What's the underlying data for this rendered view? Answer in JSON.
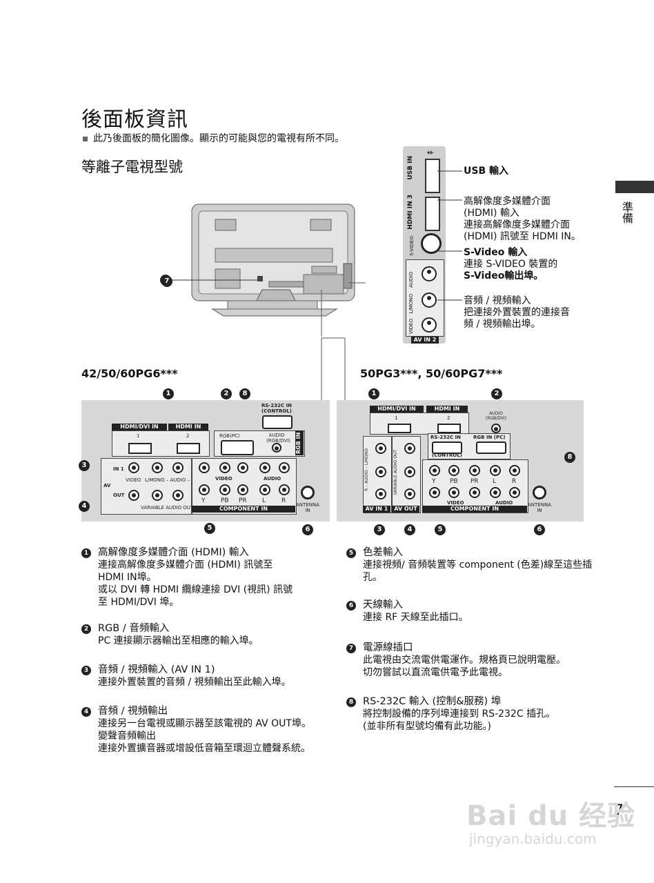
{
  "page": {
    "title": "後面板資訊",
    "subtitle": "此乃後面板的簡化圖像。顯示的可能與您的電視有所不同。",
    "section": "等離子電視型號",
    "side_tab": "準備",
    "page_number": "7"
  },
  "side_panel": {
    "usb_port": "USB IN",
    "hdmi3_port": "HDMI IN 3",
    "svideo_port": "S-VIDEO",
    "audio_port": "AUDIO",
    "lmono_port": "L/MONO",
    "video_port": "VIDEO",
    "avin2": "AV IN 2",
    "usb_title": "USB 輸入",
    "hdmi_line1": "高解像度多媒體介面",
    "hdmi_line2": "(HDMI) 輸入",
    "hdmi_line3": "連接高解像度多媒體介面",
    "hdmi_line4": "(HDMI) 訊號至 HDMI IN。",
    "svideo_line1": "S-Video 輸入",
    "svideo_line2": "連接 S-VIDEO 裝置的",
    "svideo_line3": "S-Video輸出埠。",
    "av_line1": "音頻 / 視頻輸入",
    "av_line2": "把連接外置裝置的連接音",
    "av_line3": "頻 / 視頻輸出埠。"
  },
  "models": {
    "left": "42/50/60PG6***",
    "right": "50PG3***, 50/60PG7***"
  },
  "left_panel": {
    "hdmi_dvi": "HDMI/DVI IN",
    "hdmi_in": "HDMI IN",
    "n1": "1",
    "n2": "2",
    "rgb_pc": "RGB(PC)",
    "audio_rgb": "AUDIO (RGB/DVI)",
    "rgb_in": "RGB IN",
    "rs232": "RS-232C IN (CONTROL)",
    "in1": "IN 1",
    "av": "AV",
    "out": "OUT",
    "video": "VIDEO",
    "lmono_audio_r": "L/MONO – AUDIO – R",
    "var_audio_out": "VARIABLE AUDIO OUT",
    "video_c": "VIDEO",
    "audio_c": "AUDIO",
    "y": "Y",
    "pb": "PB",
    "pr": "PR",
    "l": "L",
    "r": "R",
    "component_in": "COMPONENT IN",
    "antenna": "ANTENNA IN"
  },
  "right_panel": {
    "hdmi_dvi": "HDMI/DVI IN",
    "hdmi_in": "HDMI IN",
    "n1": "1",
    "n2": "2",
    "audio_rgb": "AUDIO (RGB/DVI)",
    "rs232": "RS-232C IN",
    "control": "(CONTROL)",
    "rgb_in_pc": "RGB IN (PC)",
    "av_in1": "AV IN 1",
    "av_out": "AV OUT",
    "video": "VIDEO",
    "y": "Y",
    "pb": "PB",
    "pr": "PR",
    "l": "L",
    "r": "R",
    "audio_c": "AUDIO",
    "component_in": "COMPONENT IN",
    "antenna": "ANTENNA IN",
    "vt1": "R – AUDIO – L/MONO",
    "vt2": "VARIABLE AUDIO OUT"
  },
  "descriptions": {
    "d1_head": "高解像度多媒體介面 (HDMI) 輸入",
    "d1_l1": "連接高解像度多媒體介面 (HDMI) 訊號至",
    "d1_l2": "HDMI IN埠。",
    "d1_l3": "或以 DVI 轉 HDMI 纜線連接 DVI (視訊) 訊號",
    "d1_l4": "至 HDMI/DVI 埠。",
    "d2_head": "RGB / 音頻輸入",
    "d2_l1": "PC 連接顯示器輸出至相應的輸入埠。",
    "d3_head": "音頻 / 視頻輸入 (AV IN 1)",
    "d3_l1": "連接外置裝置的音頻 / 視頻輸出至此輸入埠。",
    "d4_head": "音頻 / 視頻輸出",
    "d4_l1": "連接另一台電視或顯示器至該電視的 AV OUT埠。",
    "d4_l2": "變聲音頻輸出",
    "d4_l3": "連接外置擴音器或增設低音箱至環迴立體聲系統。",
    "d5_head": "色差輸入",
    "d5_l1": "連接視頻/ 音頻裝置等 component (色差)線至這些插",
    "d5_l2": "孔。",
    "d6_head": "天線輸入",
    "d6_l1": "連接 RF 天線至此插口。",
    "d7_head": "電源線插口",
    "d7_l1": "此電視由交流電供電運作。規格頁已說明電壓。",
    "d7_l2": "切勿嘗試以直流電供電予此電視。",
    "d8_head": "RS-232C 輸入 (控制&服務) 埠",
    "d8_l1": "將控制設備的序列埠連接到 RS-232C 插孔。",
    "d8_l2": "(並非所有型號均備有此功能。)"
  },
  "markers": [
    "1",
    "2",
    "3",
    "4",
    "5",
    "6",
    "7",
    "8"
  ],
  "watermark": {
    "brand": "Bai du 经验",
    "url": "jingyan.baidu.com"
  }
}
